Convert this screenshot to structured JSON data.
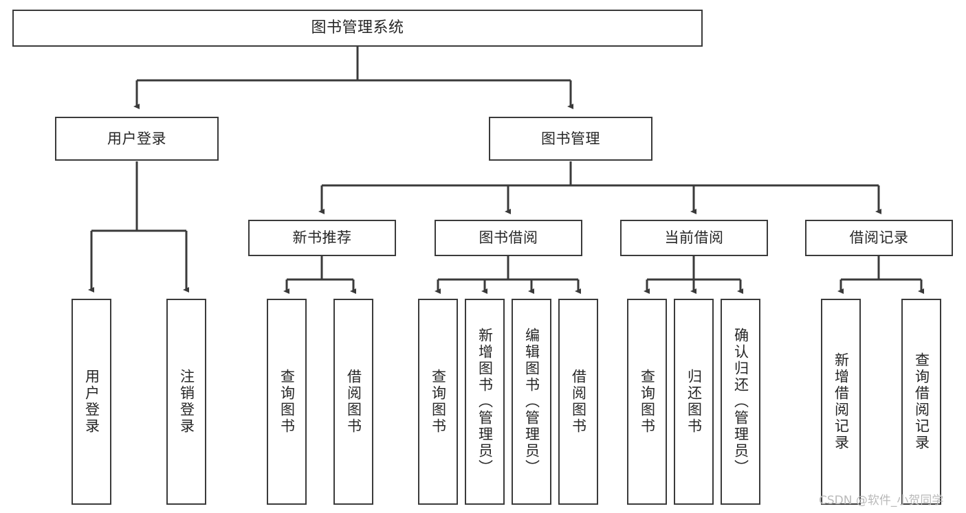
{
  "diagram": {
    "title": "图书管理系统",
    "type": "tree",
    "watermark": "CSDN @软件_小贺同学",
    "colors": {
      "box_border": "#3a3a3a",
      "box_fill": "#ffffff",
      "connector": "#3a3a3a",
      "text": "#262626",
      "watermark": "#b9b9b9",
      "background": "#ffffff"
    },
    "nodes": {
      "root": {
        "label": "图书管理系统"
      },
      "level2": [
        {
          "id": "user-login",
          "label": "用户登录"
        },
        {
          "id": "book-management",
          "label": "图书管理"
        }
      ],
      "level3": [
        {
          "id": "new-book-recommend",
          "label": "新书推荐"
        },
        {
          "id": "book-borrow",
          "label": "图书借阅"
        },
        {
          "id": "current-borrow",
          "label": "当前借阅"
        },
        {
          "id": "borrow-record",
          "label": "借阅记录"
        }
      ],
      "leaves": {
        "user_login": [
          {
            "id": "leaf-user-login",
            "label": "用户登录"
          },
          {
            "id": "leaf-logout",
            "label": "注销登录"
          }
        ],
        "new_book_recommend": [
          {
            "id": "leaf-query-book-1",
            "label": "查询图书"
          },
          {
            "id": "leaf-borrow-book-1",
            "label": "借阅图书"
          }
        ],
        "book_borrow": [
          {
            "id": "leaf-query-book-2",
            "label": "查询图书"
          },
          {
            "id": "leaf-add-book",
            "label": "新增图书（管理员）"
          },
          {
            "id": "leaf-edit-book",
            "label": "编辑图书（管理员）"
          },
          {
            "id": "leaf-borrow-book-2",
            "label": "借阅图书"
          }
        ],
        "current_borrow": [
          {
            "id": "leaf-query-book-3",
            "label": "查询图书"
          },
          {
            "id": "leaf-return-book",
            "label": "归还图书"
          },
          {
            "id": "leaf-confirm-return",
            "label": "确认归还（管理员）"
          }
        ],
        "borrow_record": [
          {
            "id": "leaf-add-record",
            "label": "新增借阅记录"
          },
          {
            "id": "leaf-query-record",
            "label": "查询借阅记录"
          }
        ]
      }
    }
  }
}
